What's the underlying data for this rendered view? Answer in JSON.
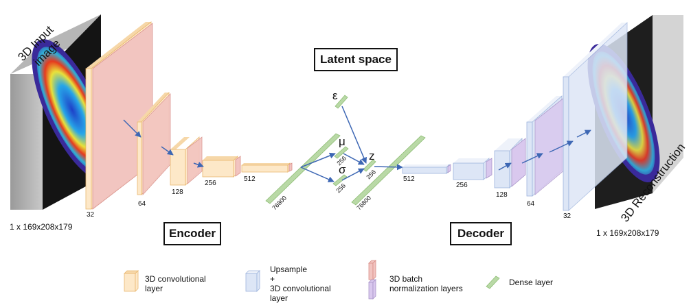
{
  "input_label": "3D Input image",
  "input_label_line1": "3D Input",
  "input_label_line2": "image",
  "input_dims": "1 x 169x208x179",
  "output_label": "3D Reconstruction",
  "output_dims": "1 x 169x208x179",
  "latent_title": "Latent space",
  "encoder_title": "Encoder",
  "decoder_title": "Decoder",
  "encoder_sizes": [
    "32",
    "64",
    "128",
    "256",
    "512"
  ],
  "decoder_sizes": [
    "512",
    "256",
    "128",
    "64",
    "32"
  ],
  "dense_size_left": "76800",
  "dense_size_right": "76800",
  "mu_label": "μ",
  "sigma_label": "σ",
  "eps_label": "ε",
  "z_label": "z",
  "mu_size": "256",
  "sigma_size": "256",
  "z_size": "256",
  "legend": {
    "conv": "3D convolutional layer",
    "upsample_line1": "Upsample",
    "upsample_line2": "+",
    "upsample_line3": "3D convolutional layer",
    "batchnorm": "3D batch normalization layers",
    "dense": "Dense layer"
  },
  "colors": {
    "conv_fill": "#fde8c8",
    "conv_edge": "#e9b66d",
    "bn_fill": "#f2c4c0",
    "bn_edge": "#d98f88",
    "up_fill": "#dde6f6",
    "up_edge": "#9db3dc",
    "bn2_fill": "#d9c8ee",
    "dense_fill": "#b9d9a6",
    "dense_edge": "#8dbd74",
    "arrow": "#3d67b4"
  }
}
